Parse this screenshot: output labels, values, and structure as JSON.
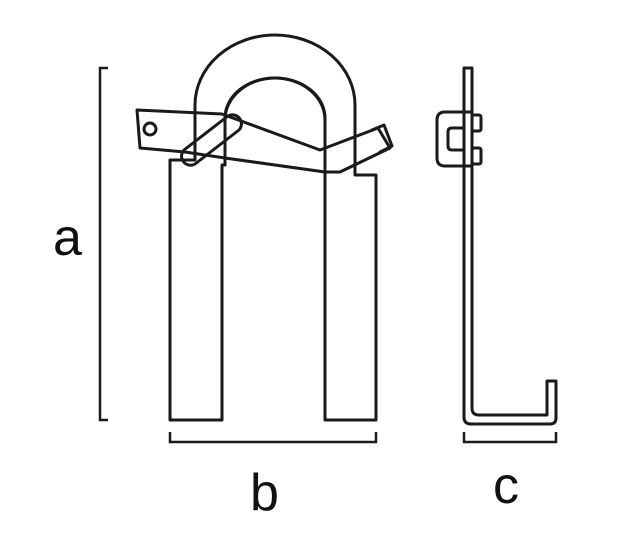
{
  "dimensions": {
    "a": "a",
    "b": "b",
    "c": "c"
  },
  "colors": {
    "stroke": "#1a1a1a",
    "background": "#ffffff"
  }
}
